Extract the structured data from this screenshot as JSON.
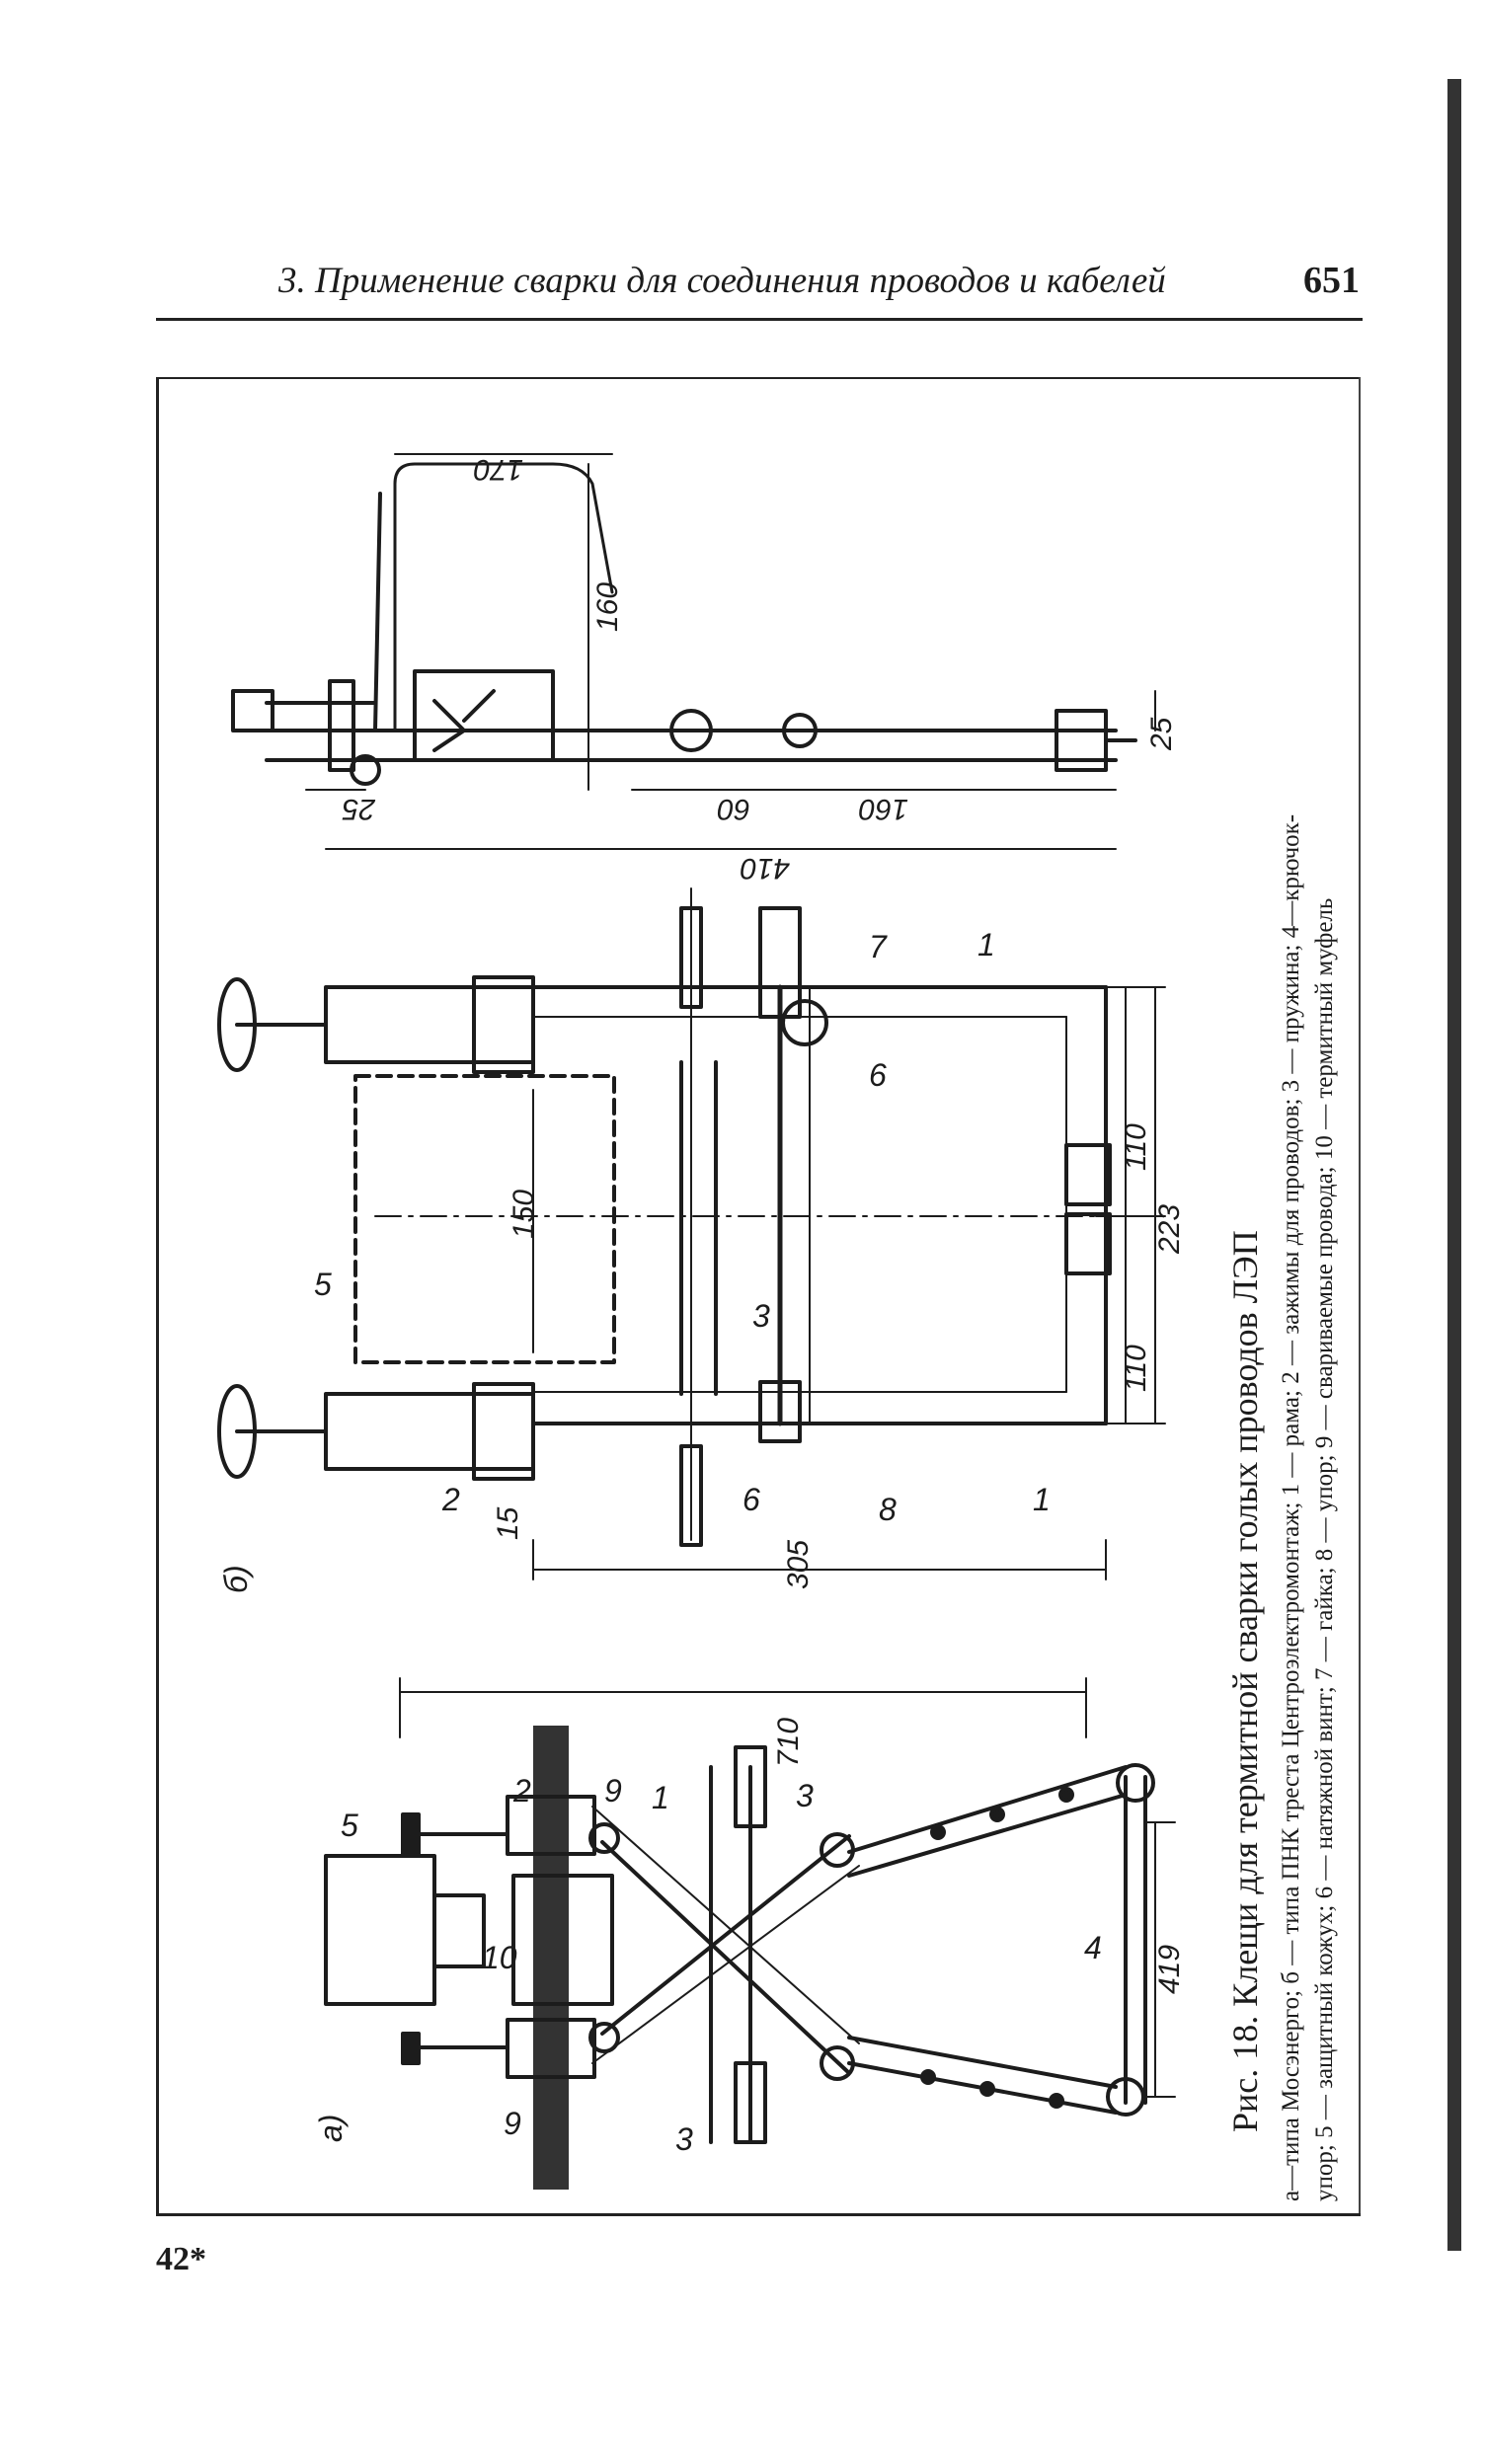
{
  "header": {
    "running_title": "3. Применение сварки для соединения проводов и кабелей",
    "page_number": "651"
  },
  "figure": {
    "caption": "Рис. 18. Клещи для термитной сварки голых проводов ЛЭП",
    "legend_line1": "а—типа Мосэнерго; б — типа ПНК треста Центроэлектромонтаж; 1 — рама; 2 — зажимы для проводов; 3 — пружина; 4—крючок-",
    "legend_line2": "упор; 5 — защитный кожух; 6 — натяжной винт; 7 — гайка; 8 — упор; 9 — свариваемые провода; 10 — термитный муфель",
    "panel_a_label": "а)",
    "panel_b_label": "б)",
    "dimensions": {
      "d170": "170",
      "d160": "160",
      "d25a": "25",
      "d25b": "25",
      "d60": "60",
      "d160b": "160",
      "d410": "410",
      "d150": "150",
      "d110a": "110",
      "d110b": "110",
      "d223": "223",
      "d15": "15",
      "d305": "305",
      "d710": "710",
      "d419": "419"
    },
    "part_numbers": {
      "b_1a": "1",
      "b_1b": "1",
      "b_7": "7",
      "b_6a": "6",
      "b_5": "5",
      "b_3": "3",
      "b_2": "2",
      "b_6b": "6",
      "b_8": "8",
      "a_5": "5",
      "a_2": "2",
      "a_9a": "9",
      "a_1": "1",
      "a_3a": "3",
      "a_10": "10",
      "a_4": "4",
      "a_9b": "9",
      "a_3b": "3"
    }
  },
  "footer": {
    "signature_mark": "42*"
  }
}
